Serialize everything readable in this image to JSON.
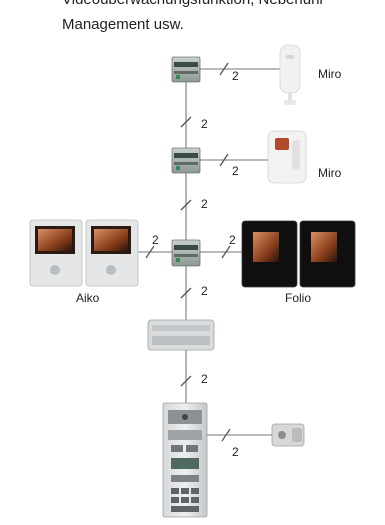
{
  "header": {
    "line1": "Videoüberwachungsfunktion, Nebenuhr",
    "line2": "Management usw."
  },
  "wire_label": "2",
  "devices": {
    "miro_1": "Miro",
    "miro_2": "Miro",
    "aiko": "Aiko",
    "folio": "Folio"
  }
}
